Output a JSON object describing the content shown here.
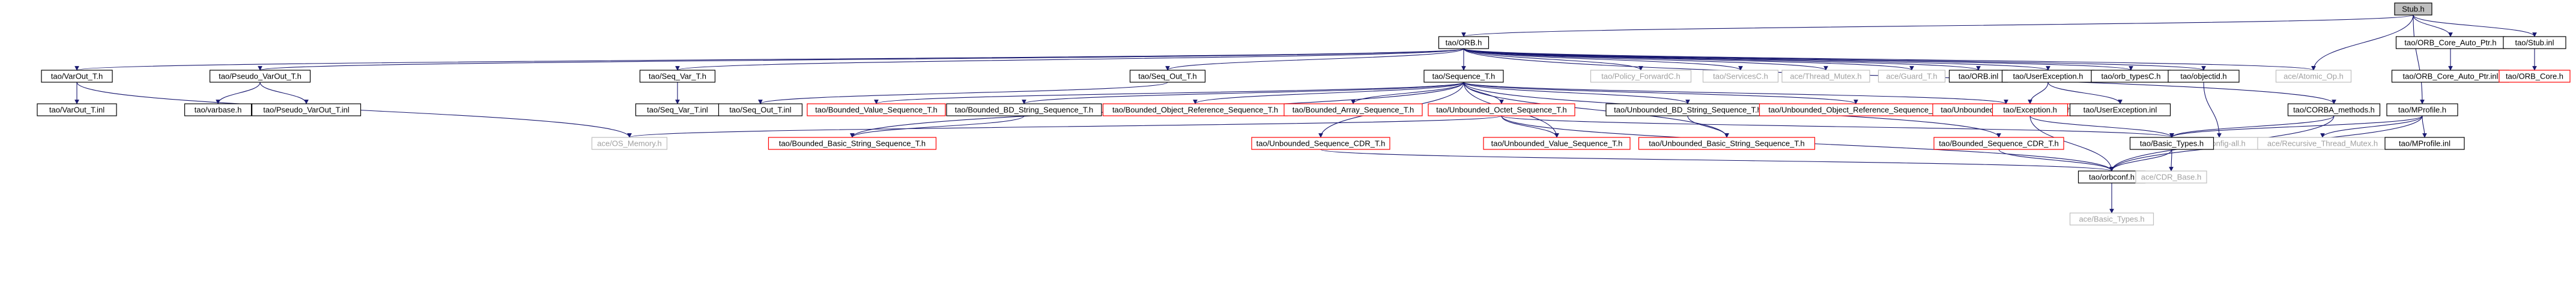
{
  "colors": {
    "edge": "#191970",
    "edge_alt": "#8b1a1a",
    "node_border": "#000000",
    "node_missing_border": "#ff0000",
    "root_fill": "#bfbfbf",
    "text": "#000000",
    "text_missing": "#a0a0a0"
  },
  "nodes": {
    "stub_h": {
      "label": "Stub.h",
      "style": "root"
    },
    "orb_h": {
      "label": "tao/ORB.h",
      "style": "normal"
    },
    "orb_core_auto_ptr_h": {
      "label": "tao/ORB_Core_Auto_Ptr.h",
      "style": "normal"
    },
    "stub_inl": {
      "label": "tao/Stub.inl",
      "style": "normal"
    },
    "varout_t_h": {
      "label": "tao/VarOut_T.h",
      "style": "normal"
    },
    "pseudo_varout_t_h": {
      "label": "tao/Pseudo_VarOut_T.h",
      "style": "normal"
    },
    "seq_var_t_h": {
      "label": "tao/Seq_Var_T.h",
      "style": "normal"
    },
    "seq_out_t_h": {
      "label": "tao/Seq_Out_T.h",
      "style": "normal"
    },
    "sequence_t_h": {
      "label": "tao/Sequence_T.h",
      "style": "normal"
    },
    "policy_forwardc_h": {
      "label": "tao/Policy_ForwardC.h",
      "style": "missing"
    },
    "servicesc_h": {
      "label": "tao/ServicesC.h",
      "style": "missing"
    },
    "thread_mutex_h": {
      "label": "ace/Thread_Mutex.h",
      "style": "missing"
    },
    "guard_t_h": {
      "label": "ace/Guard_T.h",
      "style": "missing"
    },
    "orb_inl": {
      "label": "tao/ORB.inl",
      "style": "normal"
    },
    "userexception_h": {
      "label": "tao/UserException.h",
      "style": "normal"
    },
    "orb_typesc_h": {
      "label": "tao/orb_typesC.h",
      "style": "normal"
    },
    "objectid_h": {
      "label": "tao/objectid.h",
      "style": "normal"
    },
    "atomic_op_h": {
      "label": "ace/Atomic_Op.h",
      "style": "missing"
    },
    "orb_core_auto_ptr_inl": {
      "label": "tao/ORB_Core_Auto_Ptr.inl",
      "style": "normal"
    },
    "orb_core_h": {
      "label": "tao/ORB_Core.h",
      "style": "alert"
    },
    "varout_t_inl": {
      "label": "tao/VarOut_T.inl",
      "style": "normal"
    },
    "varbase_h": {
      "label": "tao/varbase.h",
      "style": "normal"
    },
    "pseudo_varout_t_inl": {
      "label": "tao/Pseudo_VarOut_T.inl",
      "style": "normal"
    },
    "seq_var_t_inl": {
      "label": "tao/Seq_Var_T.inl",
      "style": "normal"
    },
    "seq_out_t_inl": {
      "label": "tao/Seq_Out_T.inl",
      "style": "normal"
    },
    "bounded_value_sequence_t_h": {
      "label": "tao/Bounded_Value_Sequence_T.h",
      "style": "alert"
    },
    "bounded_bd_string_sequence_t_h": {
      "label": "tao/Bounded_BD_String_Sequence_T.h",
      "style": "normal"
    },
    "bounded_object_reference_sequence_t_h": {
      "label": "tao/Bounded_Object_Reference_Sequence_T.h",
      "style": "alert"
    },
    "bounded_array_sequence_t_h": {
      "label": "tao/Bounded_Array_Sequence_T.h",
      "style": "alert"
    },
    "unbounded_octet_sequence_t_h": {
      "label": "tao/Unbounded_Octet_Sequence_T.h",
      "style": "alert"
    },
    "unbounded_bd_string_sequence_t_h": {
      "label": "tao/Unbounded_BD_String_Sequence_T.h",
      "style": "normal"
    },
    "unbounded_object_reference_sequence_t_h": {
      "label": "tao/Unbounded_Object_Reference_Sequence_T.h",
      "style": "alert"
    },
    "unbounded_array_sequence_t_h": {
      "label": "tao/Unbounded_Array_Sequence_T.h",
      "style": "alert"
    },
    "userexception_inl": {
      "label": "tao/UserException.inl",
      "style": "normal"
    },
    "exception_h": {
      "label": "tao/Exception.h",
      "style": "alert"
    },
    "config_all_h": {
      "label": "ace/config-all.h",
      "style": "missing"
    },
    "corba_methods_h": {
      "label": "tao/CORBA_methods.h",
      "style": "normal"
    },
    "mprofile_h": {
      "label": "tao/MProfile.h",
      "style": "normal"
    },
    "os_memory_h": {
      "label": "ace/OS_Memory.h",
      "style": "missing"
    },
    "bounded_basic_string_sequence_t_h": {
      "label": "tao/Bounded_Basic_String_Sequence_T.h",
      "style": "alert"
    },
    "unbounded_sequence_cdr_t_h": {
      "label": "tao/Unbounded_Sequence_CDR_T.h",
      "style": "alert"
    },
    "unbounded_value_sequence_t_h": {
      "label": "tao/Unbounded_Value_Sequence_T.h",
      "style": "alert"
    },
    "unbounded_basic_string_sequence_t_h": {
      "label": "tao/Unbounded_Basic_String_Sequence_T.h",
      "style": "alert"
    },
    "bounded_sequence_cdr_t_h": {
      "label": "tao/Bounded_Sequence_CDR_T.h",
      "style": "alert"
    },
    "basic_types_h": {
      "label": "tao/Basic_Types.h",
      "style": "normal"
    },
    "recursive_thread_mutex_h": {
      "label": "ace/Recursive_Thread_Mutex.h",
      "style": "missing"
    },
    "mprofile_inl": {
      "label": "tao/MProfile.inl",
      "style": "normal"
    },
    "orbconf_h": {
      "label": "tao/orbconf.h",
      "style": "normal"
    },
    "cdr_base_h": {
      "label": "ace/CDR_Base.h",
      "style": "missing"
    },
    "ace_basic_types_h": {
      "label": "ace/Basic_Types.h",
      "style": "missing"
    }
  },
  "edges": [
    [
      "stub_h",
      "orb_h"
    ],
    [
      "stub_h",
      "orb_core_auto_ptr_h"
    ],
    [
      "stub_h",
      "stub_inl"
    ],
    [
      "stub_h",
      "atomic_op_h"
    ],
    [
      "stub_h",
      "mprofile_h"
    ],
    [
      "orb_h",
      "varout_t_h"
    ],
    [
      "orb_h",
      "pseudo_varout_t_h"
    ],
    [
      "orb_h",
      "seq_var_t_h"
    ],
    [
      "orb_h",
      "seq_out_t_h"
    ],
    [
      "orb_h",
      "sequence_t_h"
    ],
    [
      "orb_h",
      "policy_forwardc_h"
    ],
    [
      "orb_h",
      "servicesc_h"
    ],
    [
      "orb_h",
      "thread_mutex_h"
    ],
    [
      "orb_h",
      "guard_t_h"
    ],
    [
      "orb_h",
      "orb_inl"
    ],
    [
      "orb_h",
      "userexception_h"
    ],
    [
      "orb_h",
      "orb_typesc_h"
    ],
    [
      "orb_h",
      "objectid_h"
    ],
    [
      "orb_h",
      "atomic_op_h"
    ],
    [
      "orb_h",
      "corba_methods_h"
    ],
    [
      "orb_core_auto_ptr_h",
      "orb_core_auto_ptr_inl"
    ],
    [
      "stub_inl",
      "orb_core_h"
    ],
    [
      "varout_t_h",
      "varout_t_inl"
    ],
    [
      "varout_t_h",
      "os_memory_h"
    ],
    [
      "pseudo_varout_t_h",
      "varbase_h"
    ],
    [
      "pseudo_varout_t_h",
      "pseudo_varout_t_inl"
    ],
    [
      "seq_var_t_h",
      "seq_var_t_inl"
    ],
    [
      "seq_out_t_h",
      "seq_out_t_inl"
    ],
    [
      "sequence_t_h",
      "bounded_value_sequence_t_h"
    ],
    [
      "sequence_t_h",
      "bounded_bd_string_sequence_t_h"
    ],
    [
      "sequence_t_h",
      "bounded_object_reference_sequence_t_h"
    ],
    [
      "sequence_t_h",
      "bounded_array_sequence_t_h"
    ],
    [
      "sequence_t_h",
      "unbounded_octet_sequence_t_h"
    ],
    [
      "sequence_t_h",
      "unbounded_bd_string_sequence_t_h"
    ],
    [
      "sequence_t_h",
      "unbounded_object_reference_sequence_t_h"
    ],
    [
      "sequence_t_h",
      "unbounded_array_sequence_t_h"
    ],
    [
      "sequence_t_h",
      "bounded_basic_string_sequence_t_h"
    ],
    [
      "sequence_t_h",
      "unbounded_value_sequence_t_h"
    ],
    [
      "sequence_t_h",
      "unbounded_basic_string_sequence_t_h"
    ],
    [
      "sequence_t_h",
      "unbounded_sequence_cdr_t_h"
    ],
    [
      "sequence_t_h",
      "bounded_sequence_cdr_t_h"
    ],
    [
      "bounded_bd_string_sequence_t_h",
      "bounded_basic_string_sequence_t_h"
    ],
    [
      "unbounded_octet_sequence_t_h",
      "os_memory_h"
    ],
    [
      "unbounded_octet_sequence_t_h",
      "unbounded_value_sequence_t_h"
    ],
    [
      "unbounded_octet_sequence_t_h",
      "orbconf_h"
    ],
    [
      "unbounded_octet_sequence_t_h",
      "basic_types_h"
    ],
    [
      "unbounded_bd_string_sequence_t_h",
      "unbounded_basic_string_sequence_t_h"
    ],
    [
      "unbounded_sequence_cdr_t_h",
      "orbconf_h"
    ],
    [
      "bounded_sequence_cdr_t_h",
      "orbconf_h"
    ],
    [
      "userexception_h",
      "userexception_inl"
    ],
    [
      "userexception_h",
      "exception_h"
    ],
    [
      "exception_h",
      "basic_types_h"
    ],
    [
      "exception_h",
      "orbconf_h"
    ],
    [
      "objectid_h",
      "config_all_h"
    ],
    [
      "corba_methods_h",
      "basic_types_h"
    ],
    [
      "corba_methods_h",
      "orbconf_h"
    ],
    [
      "mprofile_h",
      "basic_types_h"
    ],
    [
      "mprofile_h",
      "recursive_thread_mutex_h"
    ],
    [
      "mprofile_h",
      "mprofile_inl"
    ],
    [
      "mprofile_h",
      "orbconf_h"
    ],
    [
      "basic_types_h",
      "orbconf_h"
    ],
    [
      "basic_types_h",
      "cdr_base_h"
    ],
    [
      "orbconf_h",
      "ace_basic_types_h"
    ]
  ]
}
